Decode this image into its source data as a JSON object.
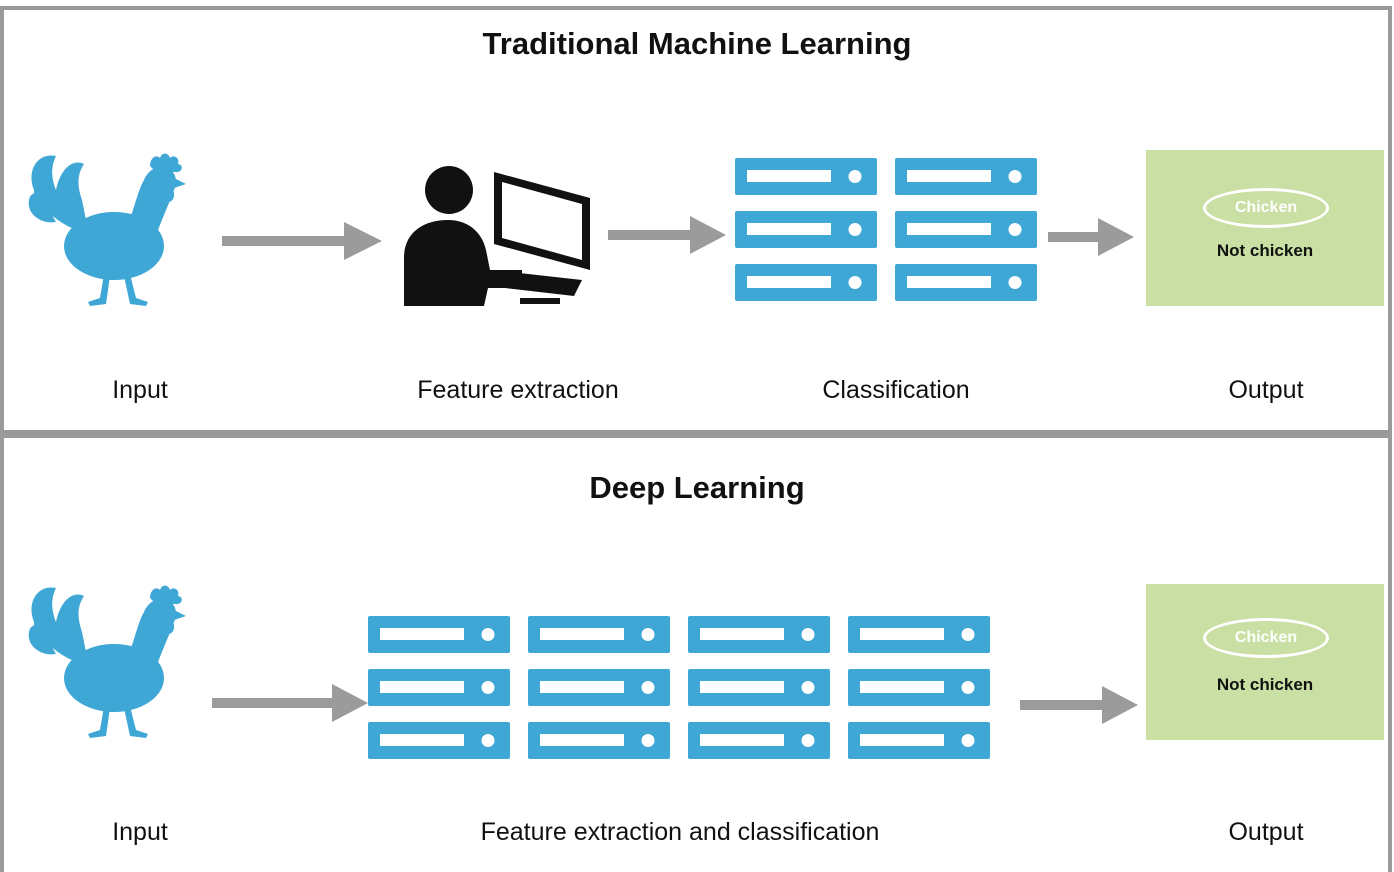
{
  "traditional": {
    "title": "Traditional Machine Learning",
    "labels": {
      "input": "Input",
      "feature": "Feature extraction",
      "classification": "Classification",
      "output": "Output"
    },
    "output_box": {
      "option_1": "Chicken",
      "option_2": "Not chicken"
    }
  },
  "deep": {
    "title": "Deep Learning",
    "labels": {
      "input": "Input",
      "feature_classification": "Feature extraction and classification",
      "output": "Output"
    },
    "output_box": {
      "option_1": "Chicken",
      "option_2": "Not chicken"
    }
  },
  "colors": {
    "icon_blue": "#3fa7d6",
    "arrow_gray": "#9b9b9b",
    "output_green": "#c9dfa4",
    "frame_gray": "#9a9a9a"
  },
  "icons": [
    "rooster-icon",
    "person-at-computer-icon",
    "server-rack-icon",
    "arrow-right-icon"
  ]
}
